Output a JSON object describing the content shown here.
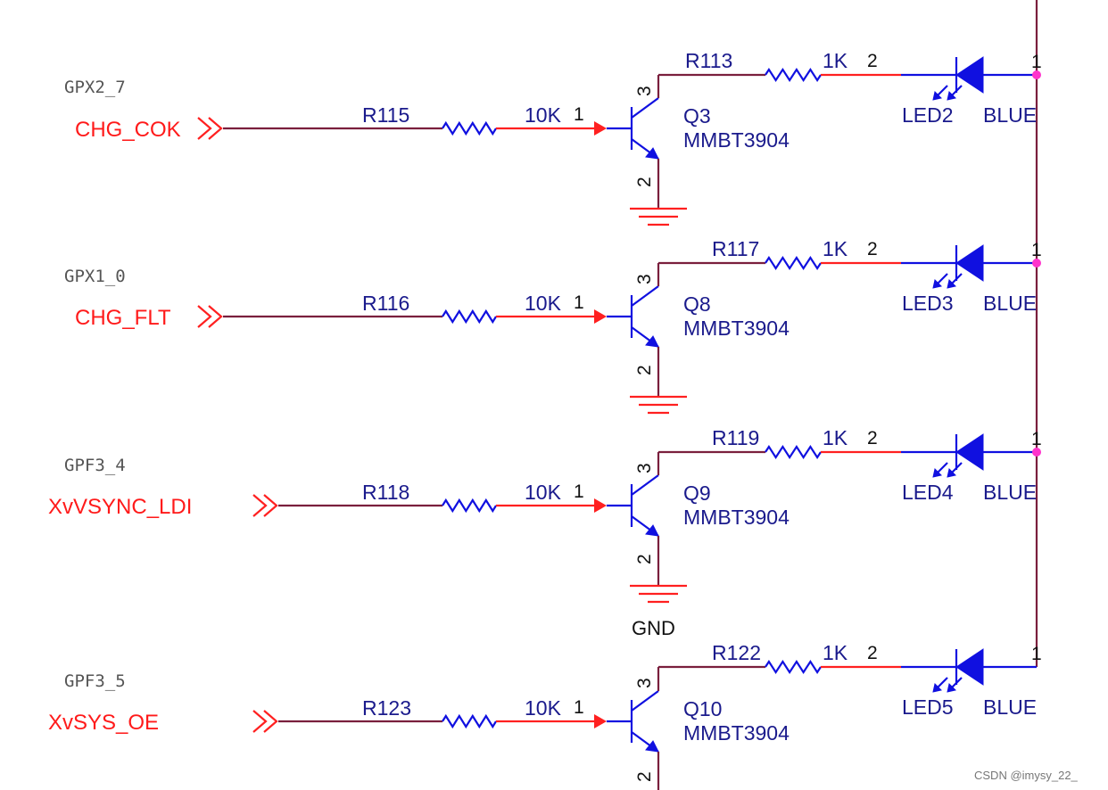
{
  "channels": [
    {
      "gpio": "GPX2_7",
      "net": "CHG_COK",
      "base_resistor": {
        "ref": "R115",
        "value": "10K"
      },
      "transistor": {
        "ref": "Q3",
        "part": "MMBT3904"
      },
      "led_resistor": {
        "ref": "R113",
        "value": "1K"
      },
      "led": {
        "ref": "LED2",
        "color": "BLUE"
      },
      "pins": {
        "base": "1",
        "collector": "3",
        "emitter": "2",
        "led_cathode": "2",
        "led_anode": "1"
      }
    },
    {
      "gpio": "GPX1_0",
      "net": "CHG_FLT",
      "base_resistor": {
        "ref": "R116",
        "value": "10K"
      },
      "transistor": {
        "ref": "Q8",
        "part": "MMBT3904"
      },
      "led_resistor": {
        "ref": "R117",
        "value": "1K"
      },
      "led": {
        "ref": "LED3",
        "color": "BLUE"
      },
      "pins": {
        "base": "1",
        "collector": "3",
        "emitter": "2",
        "led_cathode": "2",
        "led_anode": "1"
      }
    },
    {
      "gpio": "GPF3_4",
      "net": "XvVSYNC_LDI",
      "base_resistor": {
        "ref": "R118",
        "value": "10K"
      },
      "transistor": {
        "ref": "Q9",
        "part": "MMBT3904"
      },
      "led_resistor": {
        "ref": "R119",
        "value": "1K"
      },
      "led": {
        "ref": "LED4",
        "color": "BLUE"
      },
      "pins": {
        "base": "1",
        "collector": "3",
        "emitter": "2",
        "led_cathode": "2",
        "led_anode": "1"
      }
    },
    {
      "gpio": "GPF3_5",
      "net": "XvSYS_OE",
      "base_resistor": {
        "ref": "R123",
        "value": "10K"
      },
      "transistor": {
        "ref": "Q10",
        "part": "MMBT3904"
      },
      "led_resistor": {
        "ref": "R122",
        "value": "1K"
      },
      "led": {
        "ref": "LED5",
        "color": "BLUE"
      },
      "pins": {
        "base": "1",
        "collector": "3",
        "emitter": "2",
        "led_cathode": "2",
        "led_anode": "1"
      }
    }
  ],
  "gnd_label": "GND",
  "watermark": "CSDN @imysy_22_",
  "colors": {
    "wire": "#7a1f3d",
    "pin": "#ff2020",
    "component": "#1010e0",
    "net_label": "#ff1a1a",
    "junction": "#ff33cc"
  }
}
